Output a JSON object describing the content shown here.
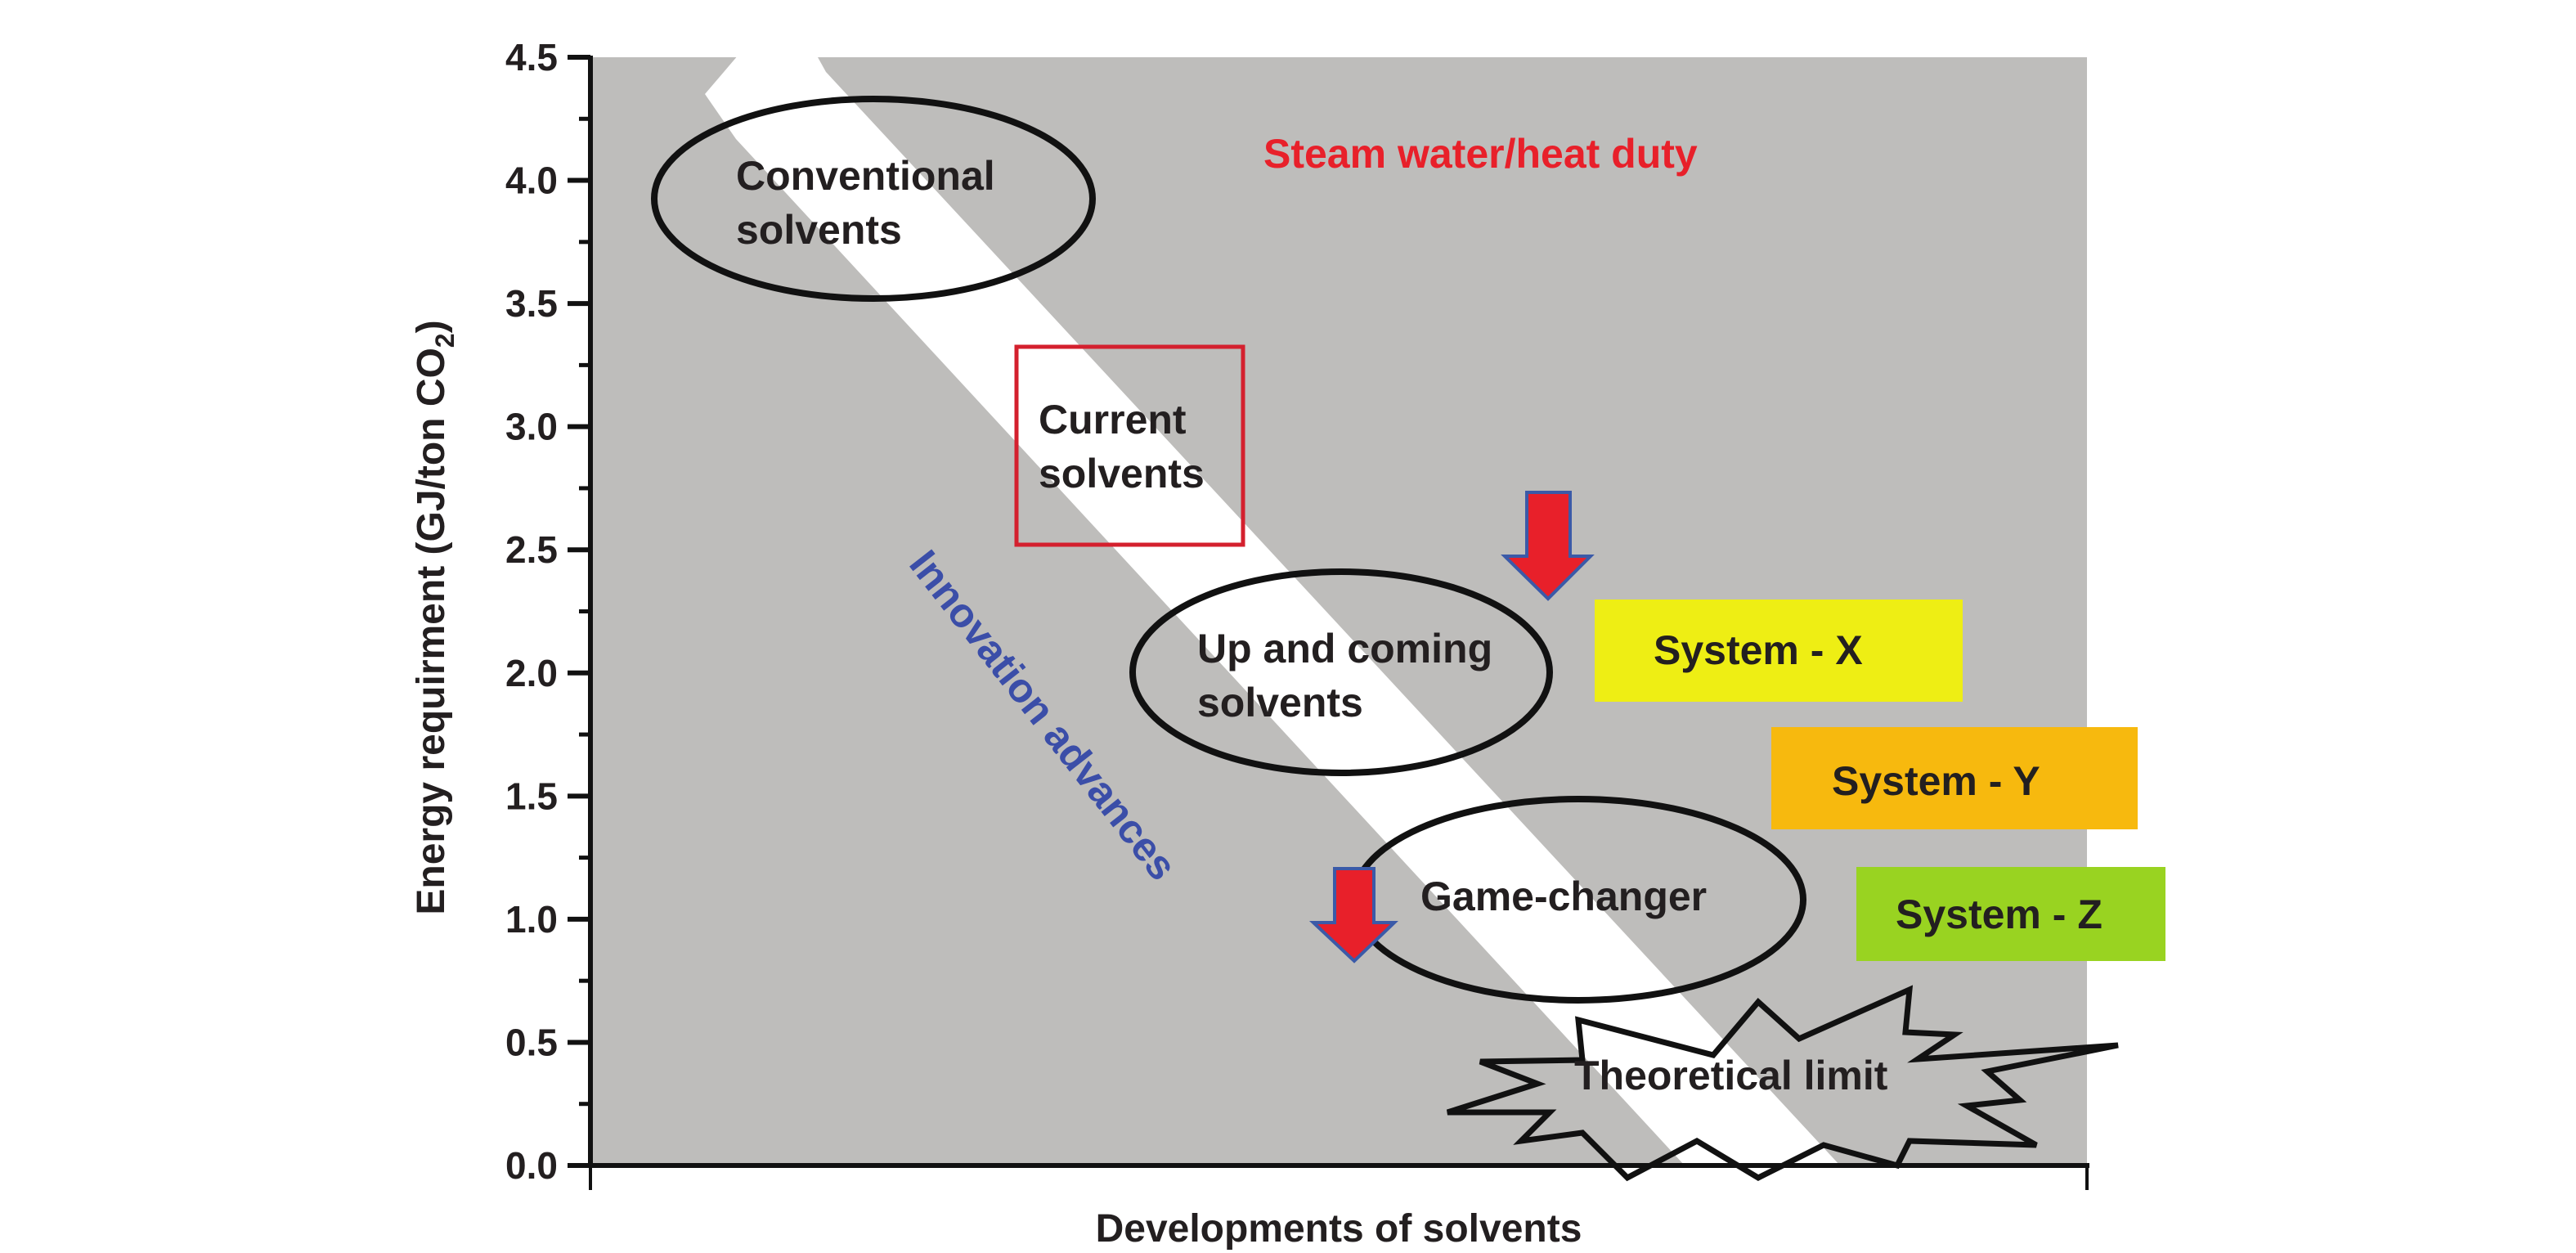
{
  "diagram": {
    "y_axis": {
      "title": "Energy requirment (GJ/ton CO",
      "title_subscript": "2",
      "title_suffix": ")",
      "range": [
        0.0,
        4.5
      ],
      "major_ticks": [
        "0.0",
        "0.5",
        "1.0",
        "1.5",
        "2.0",
        "2.5",
        "3.0",
        "3.5",
        "4.0",
        "4.5"
      ],
      "minor_tick_step": 0.25
    },
    "x_axis": {
      "title": "Developments of solvents"
    },
    "annotations": {
      "heat_duty": {
        "text": "Steam water/heat duty",
        "color": "#e8202a"
      },
      "innovation": {
        "text": "Innovation advances",
        "color": "#3b4ea8"
      },
      "conventional": {
        "line1": "Conventional",
        "line2": "solvents",
        "approx_energy": 3.9
      },
      "current": {
        "line1": "Current",
        "line2": "solvents",
        "approx_energy": 2.9,
        "border_color": "#d4202e"
      },
      "up_and_coming": {
        "line1": "Up and coming",
        "line2": "solvents",
        "approx_energy": 2.0
      },
      "game_changer": {
        "text": "Game-changer",
        "approx_energy": 1.1
      },
      "theoretical_limit": {
        "text": "Theoretical limit",
        "approx_energy": 0.4
      }
    },
    "systems": [
      {
        "label": "System - X",
        "color": "#eeee14"
      },
      {
        "label": "System - Y",
        "color": "#f7b90e"
      },
      {
        "label": "System - Z",
        "color": "#99d321"
      }
    ],
    "colors": {
      "plot_background": "#bebdbb",
      "band": "#ffffff",
      "arrow_fill": "#e8202a",
      "arrow_outline": "#3b5aa8"
    }
  }
}
